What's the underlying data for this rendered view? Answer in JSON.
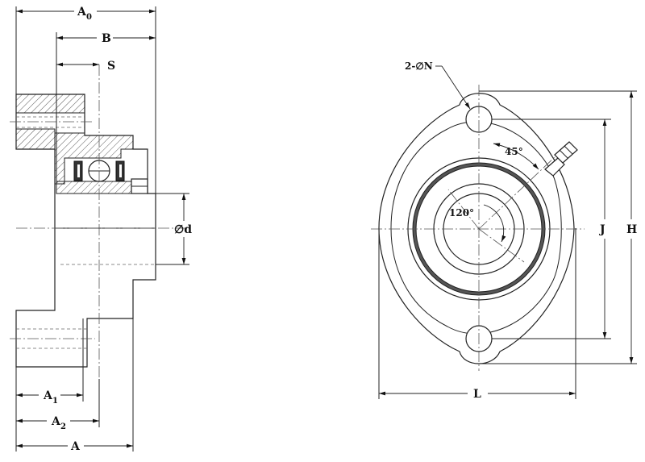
{
  "labels": {
    "a0": "A",
    "a0_sub": "0",
    "b": "B",
    "s": "S",
    "d": "∅d",
    "a1": "A",
    "a1_sub": "1",
    "a2": "A",
    "a2_sub": "2",
    "a": "A",
    "n": "2-∅N",
    "angle45": "45°",
    "angle120": "120°",
    "j": "J",
    "h": "H",
    "l": "L"
  }
}
